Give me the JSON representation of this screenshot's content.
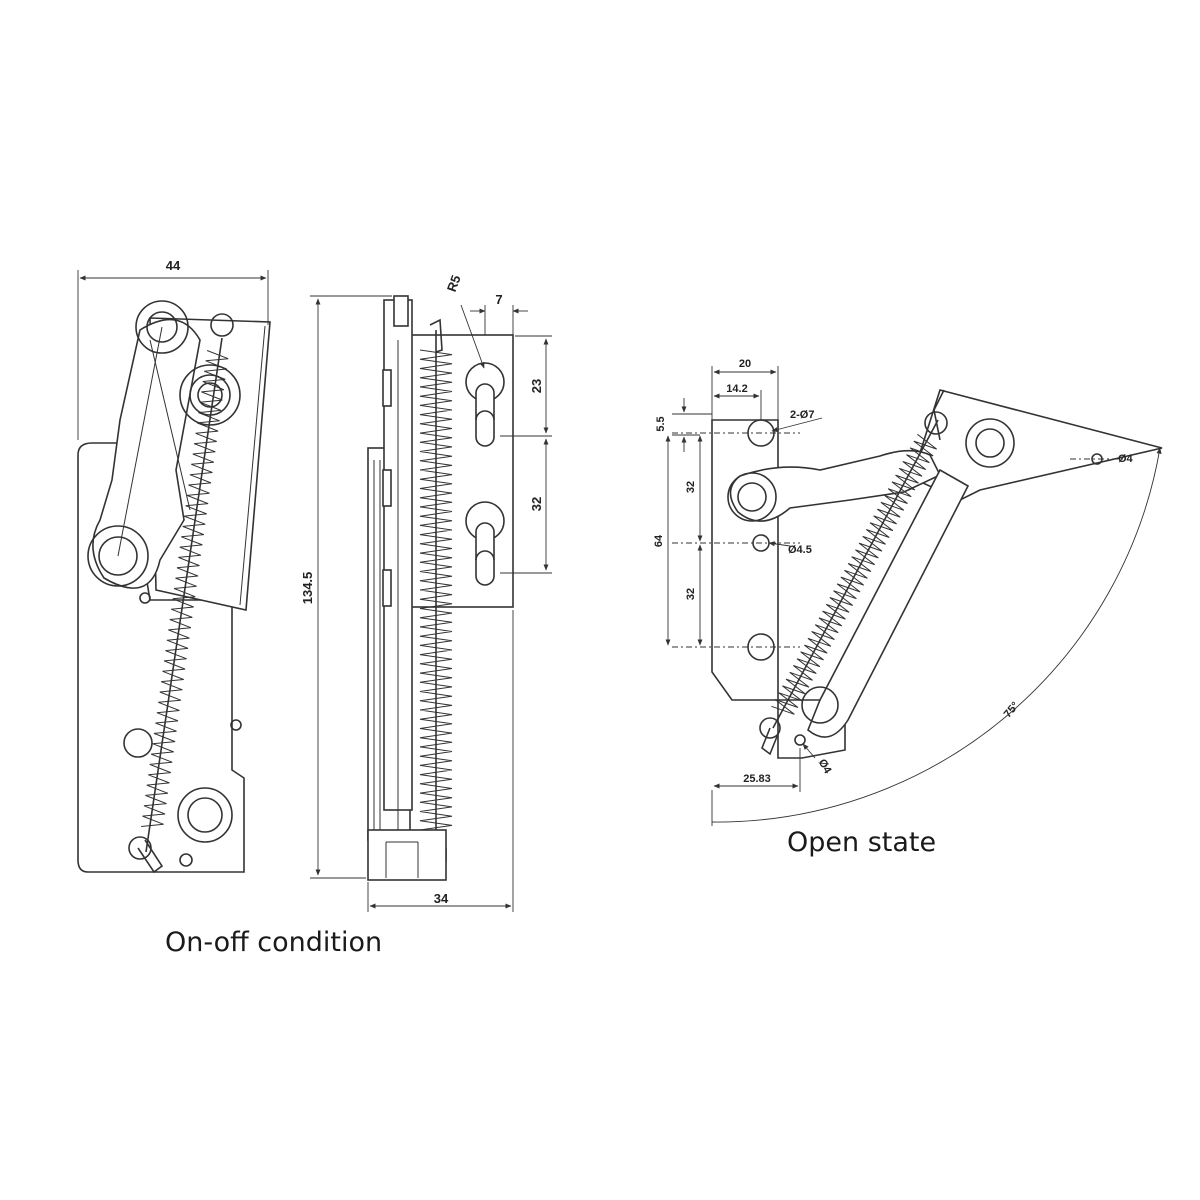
{
  "captions": {
    "closed": "On-off condition",
    "open": "Open state"
  },
  "dimensions": {
    "closed_width": "44",
    "side_height": "134.5",
    "side_depth": "34",
    "keyhole_radius": "R5",
    "keyhole_offset": "7",
    "keyhole_spacing_top": "23",
    "keyhole_spacing_bottom": "32",
    "open_plate_width": "20",
    "open_hole_offset": "14.2",
    "open_hole_spec": "2-Ø7",
    "open_top_margin": "5.5",
    "open_spacing_upper": "32",
    "open_spacing_lower": "32",
    "open_total_spacing": "64",
    "open_mid_hole": "Ø4.5",
    "open_arm_hole": "Ø4",
    "open_bottom_hole": "Ø4",
    "open_bottom_offset": "25.83",
    "open_angle": "75°"
  }
}
